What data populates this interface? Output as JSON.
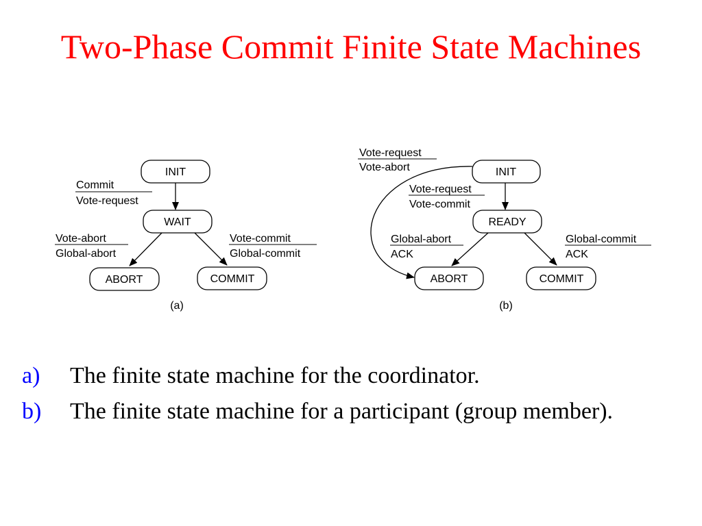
{
  "title": "Two-Phase Commit Finite State Machines",
  "diagram_a": {
    "caption": "(a)",
    "states": {
      "init": "INIT",
      "wait": "WAIT",
      "abort": "ABORT",
      "commit": "COMMIT"
    },
    "transitions": {
      "init_wait": {
        "event": "Commit",
        "action": "Vote-request"
      },
      "wait_abort": {
        "event": "Vote-abort",
        "action": "Global-abort"
      },
      "wait_commit": {
        "event": "Vote-commit",
        "action": "Global-commit"
      }
    }
  },
  "diagram_b": {
    "caption": "(b)",
    "states": {
      "init": "INIT",
      "ready": "READY",
      "abort": "ABORT",
      "commit": "COMMIT"
    },
    "transitions": {
      "init_abort": {
        "event": "Vote-request",
        "action": "Vote-abort"
      },
      "init_ready": {
        "event": "Vote-request",
        "action": "Vote-commit"
      },
      "ready_abort": {
        "event": "Global-abort",
        "action": "ACK"
      },
      "ready_commit": {
        "event": "Global-commit",
        "action": "ACK"
      }
    }
  },
  "bullets": [
    {
      "marker": "a)",
      "text": "The finite state machine for the coordinator."
    },
    {
      "marker": "b)",
      "text": "The finite state machine for a participant (group member)."
    }
  ],
  "colors": {
    "title": "#ff0000",
    "marker": "#0000ff",
    "text": "#000000"
  }
}
